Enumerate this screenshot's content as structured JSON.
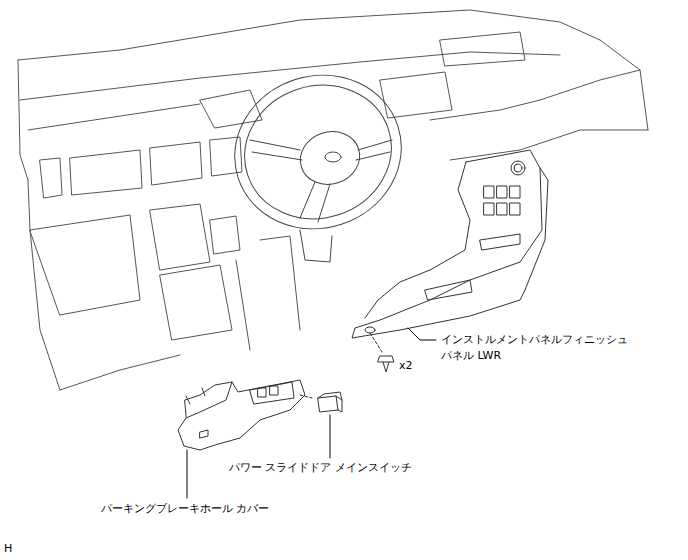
{
  "diagram": {
    "labels": [
      "インストルメントパネルフィニッシュ パネル LWR",
      "x2",
      "パワー スライドドア メインスイッチ",
      "パーキングブレーキホール カバー",
      "H"
    ]
  }
}
